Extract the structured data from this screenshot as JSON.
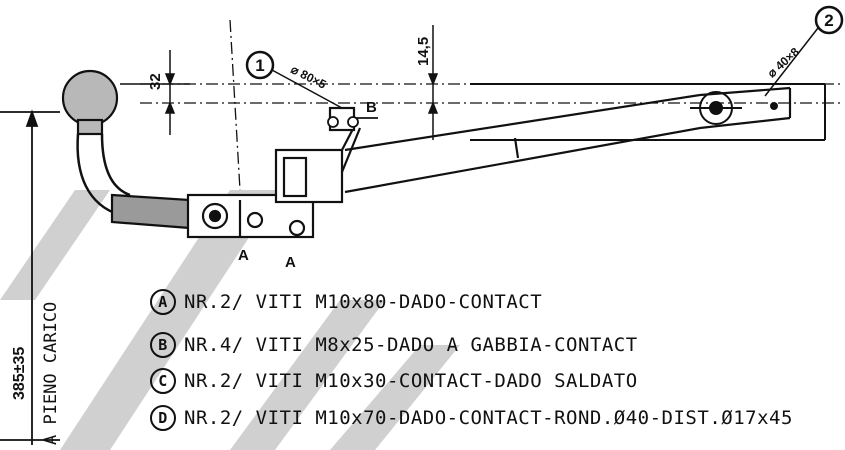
{
  "callouts": {
    "one": {
      "num": "1",
      "spec": "⌀ 80×5"
    },
    "two": {
      "num": "2",
      "spec": "⌀ 40×8"
    }
  },
  "labels": {
    "b_bolt": "B",
    "a_left": "A",
    "a_right": "A"
  },
  "dimensions": {
    "d32": "32",
    "d145": "14,5",
    "vertical": "385±35",
    "load_note": "A PIENO CARICO"
  },
  "legend": [
    {
      "letter": "A",
      "text": "NR.2/ VITI M10x80-DADO-CONTACT"
    },
    {
      "letter": "B",
      "text": "NR.4/ VITI M8x25-DADO A GABBIA-CONTACT"
    },
    {
      "letter": "C",
      "text": "NR.2/ VITI M10x30-CONTACT-DADO SALDATO"
    },
    {
      "letter": "D",
      "text": "NR.2/ VITI M10x70-DADO-CONTACT-ROND.Ø40-DIST.Ø17x45"
    }
  ],
  "colors": {
    "ink": "#111111",
    "watermark": "#c8c8c8"
  }
}
